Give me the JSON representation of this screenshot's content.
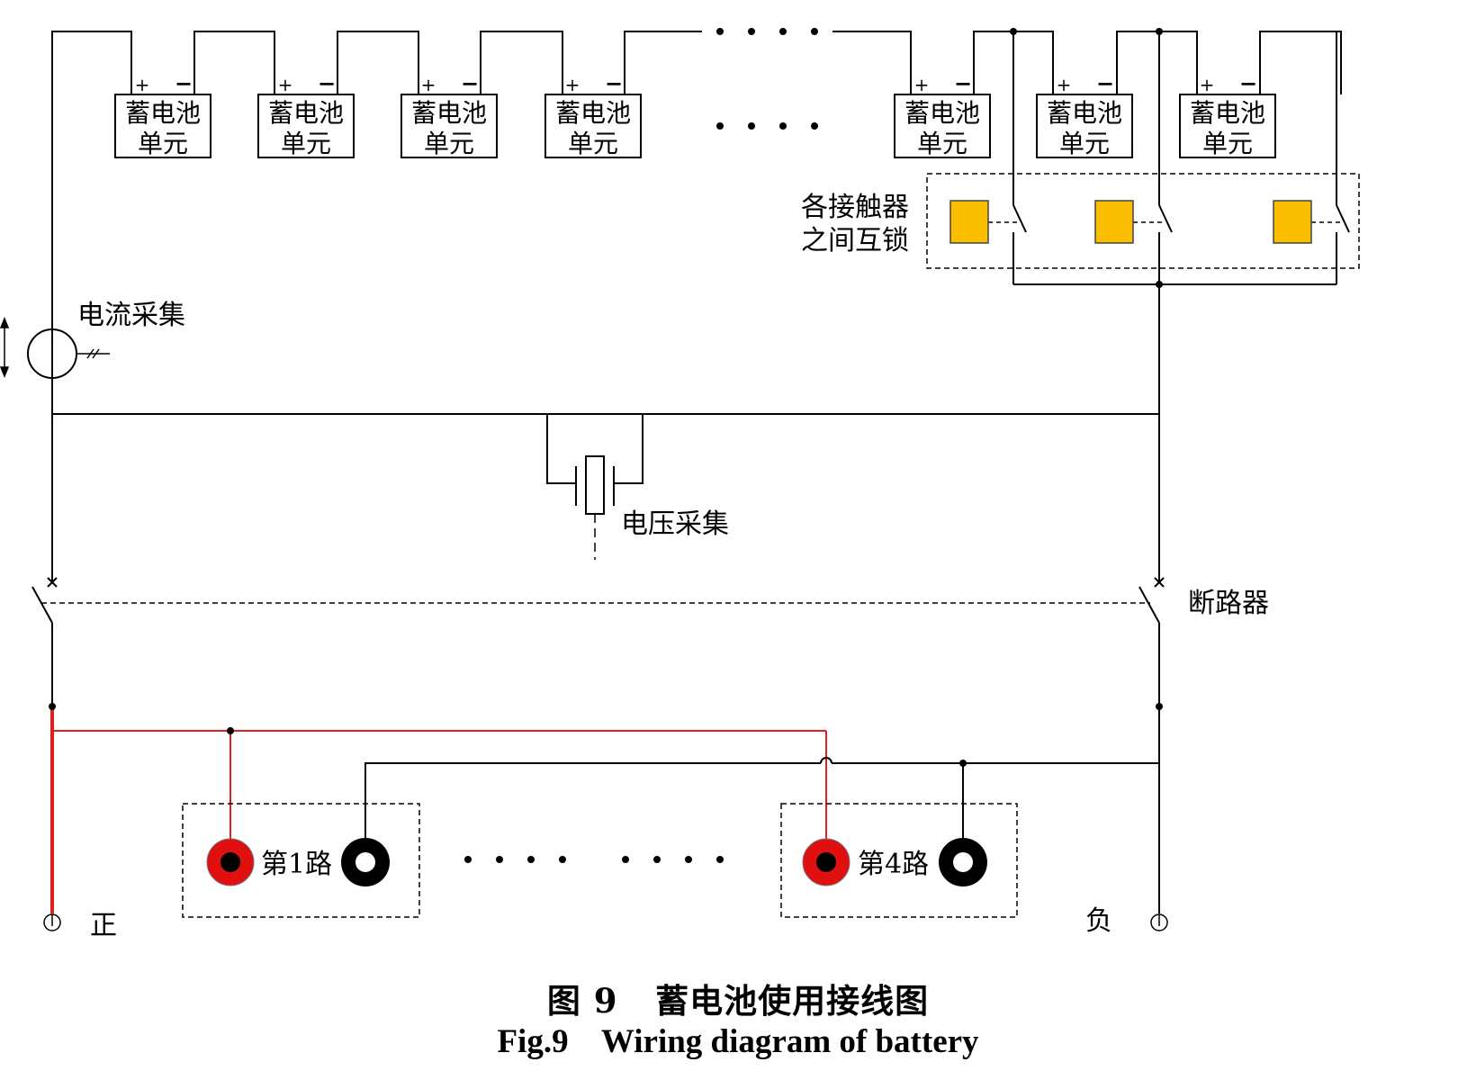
{
  "battery": {
    "line1": "蓄电池",
    "line2": "单元",
    "plus": "+",
    "minus": "−"
  },
  "labels": {
    "interlock_line1": "各接触器",
    "interlock_line2": "之间互锁",
    "current_sampling": "电流采集",
    "voltage_sampling": "电压采集",
    "breaker": "断路器",
    "positive": "正",
    "negative": "负",
    "channel_1": "第1路",
    "channel_4": "第4路"
  },
  "caption": {
    "cn": "图 9   蓄电池使用接线图",
    "en": "Fig.9    Wiring diagram of battery"
  },
  "colors": {
    "wire": "#000000",
    "positive_wire": "#e02020",
    "contactor_coil": "#fbbf00",
    "terminal_positive": "#e01010"
  }
}
